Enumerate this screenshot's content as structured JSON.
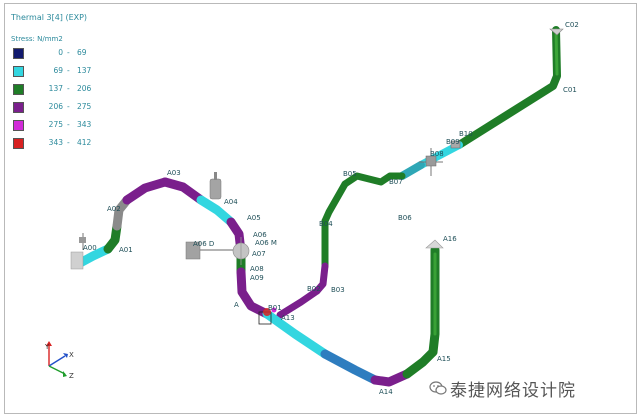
{
  "view": {
    "title": "Thermal 3[4] (EXP)"
  },
  "legend": {
    "heading": "Stress:  N/mm2",
    "ranges": [
      {
        "lo": "0",
        "hi": "69",
        "color": "#121a6e"
      },
      {
        "lo": "69",
        "hi": "137",
        "color": "#33d6e0"
      },
      {
        "lo": "137",
        "hi": "206",
        "color": "#1f7d27"
      },
      {
        "lo": "206",
        "hi": "275",
        "color": "#7a1f8c"
      },
      {
        "lo": "275",
        "hi": "343",
        "color": "#d12bd8"
      },
      {
        "lo": "343",
        "hi": "412",
        "color": "#d82121"
      }
    ]
  },
  "nodes": {
    "C02": "C02",
    "C01": "C01",
    "B10": "B10",
    "B09": "B09",
    "B08": "B08",
    "B07": "B07",
    "B06": "B06",
    "B05": "B05",
    "B04": "B04",
    "B03": "B03",
    "B02": "B02",
    "B01": "B01",
    "A00": "A00",
    "A01": "A01",
    "A02": "A02",
    "A03": "A03",
    "A04": "A04",
    "A05": "A05",
    "A06": "A06",
    "A06D": "A06 D",
    "A06M": "A06 M",
    "A07": "A07",
    "A08": "A08",
    "A09": "A09",
    "A": "A",
    "A13": "A13",
    "A14": "A14",
    "A15": "A15",
    "A16": "A16"
  },
  "axes": {
    "x": "X",
    "y": "Y",
    "z": "Z"
  },
  "watermark": "泰捷网络设计院"
}
